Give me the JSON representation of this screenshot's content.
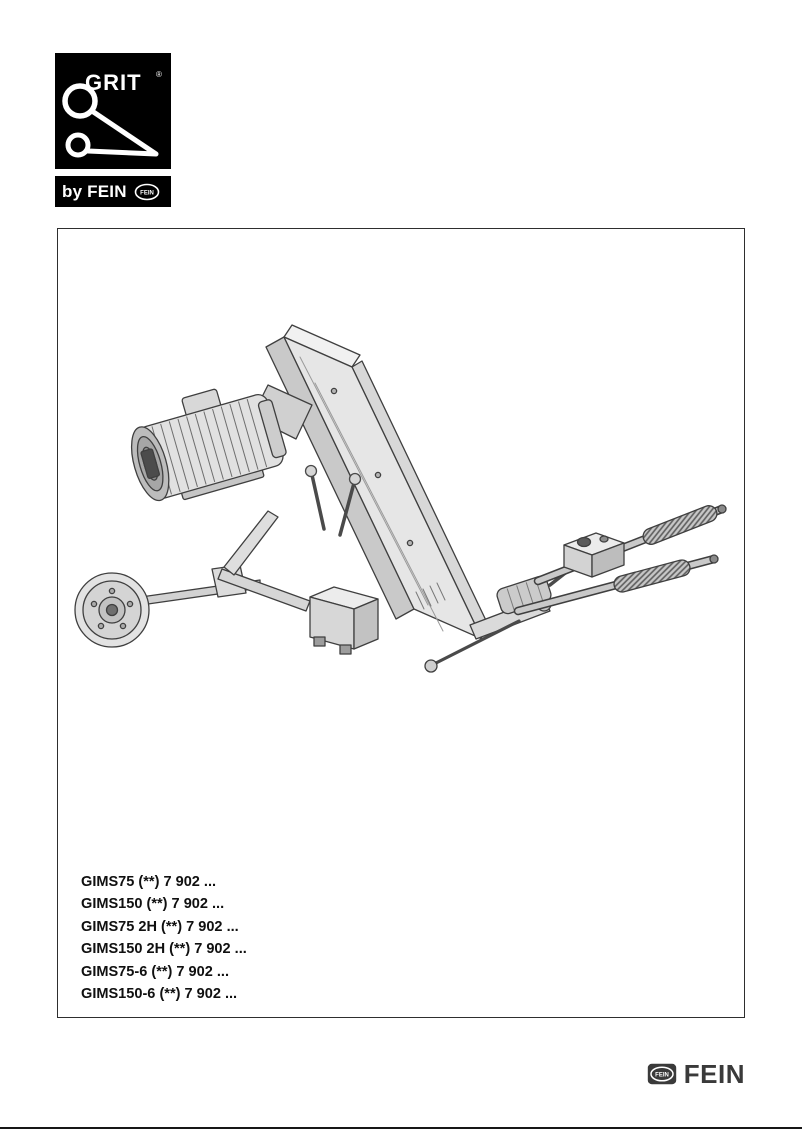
{
  "branding": {
    "grit_logo": {
      "text": "GRIT",
      "registered": "®"
    },
    "by_fein": {
      "text": "by FEIN",
      "badge": "FEIN"
    }
  },
  "cover_box": {
    "illustration": "grinding-machine-isometric-drawing",
    "models": [
      "GIMS75 (**) 7 902 ...",
      "GIMS150 (**) 7 902 ...",
      "GIMS75 2H (**) 7 902 ...",
      "GIMS150 2H (**) 7 902 ...",
      "GIMS75-6 (**) 7 902 ...",
      "GIMS150-6 (**) 7 902 ..."
    ]
  },
  "footer": {
    "fein_word": "FEIN",
    "fein_badge": "FEIN"
  },
  "colors": {
    "ink": "#1a1a1a",
    "logo_background": "#000000",
    "machine_stroke": "#3f3f3f",
    "machine_fill": "#e4e4e4"
  }
}
